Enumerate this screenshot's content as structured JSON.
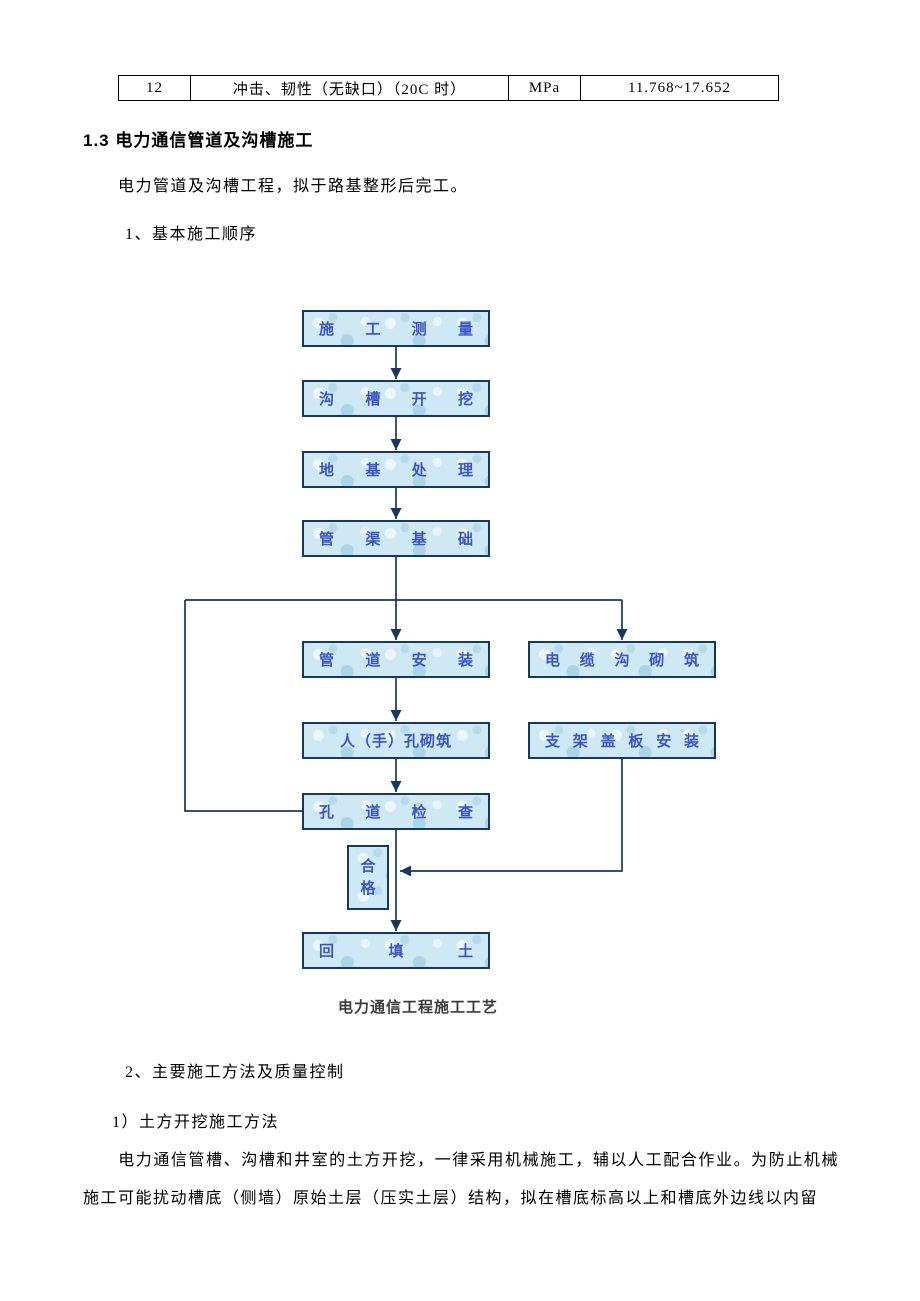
{
  "table": {
    "row": {
      "no": "12",
      "item": "冲击、韧性（无缺口）（20C 时）",
      "unit": "MPa",
      "value": "11.768~17.652"
    }
  },
  "doc": {
    "heading": "1.3 电力通信管道及沟槽施工",
    "intro": "电力管道及沟槽工程，拟于路基整形后完工。",
    "item1": "1、基本施工顺序",
    "item2": "2、主要施工方法及质量控制",
    "sub1": "1）土方开挖施工方法",
    "para": "电力通信管槽、沟槽和井室的土方开挖，一律采用机械施工，辅以人工配合作业。为防止机械施工可能扰动槽底（侧墙）原始土层（压实土层）结构，拟在槽底标高以上和槽底外边线以内留"
  },
  "flowchart": {
    "caption": "电力通信工程施工工艺",
    "nodes": {
      "survey": "施工测量",
      "trench": "沟槽开挖",
      "foundation": "地基处理",
      "pipe_base": "管渠基础",
      "pipe_install": "管道安装",
      "manhole": "人（手）孔砌筑",
      "duct_check": "孔道检查",
      "qualified": "合格",
      "backfill": "回填土",
      "cable_trench": "电缆沟砌筑",
      "bracket_cover": "支架盖板安装"
    }
  }
}
